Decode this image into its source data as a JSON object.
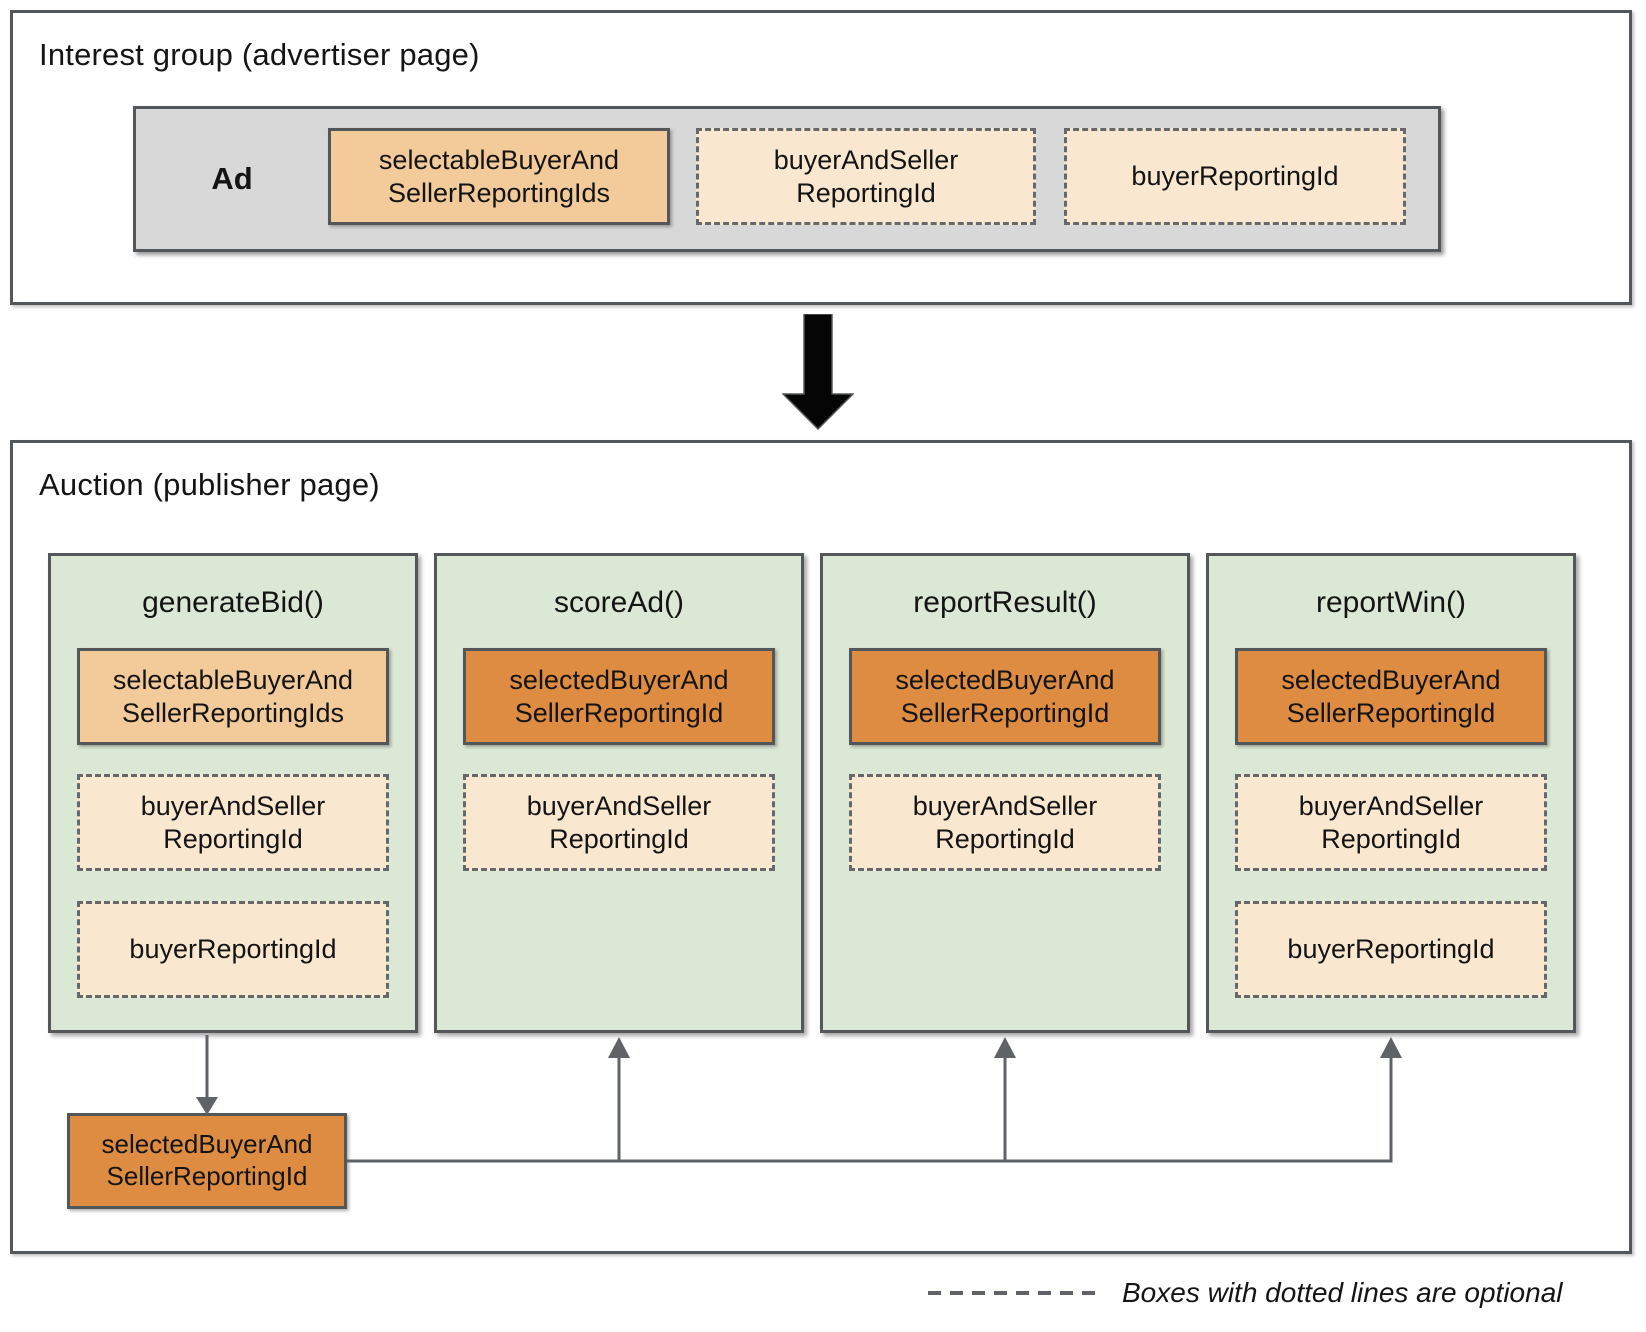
{
  "interest_group": {
    "title": "Interest group (advertiser page)",
    "ad": {
      "label": "Ad",
      "items": [
        {
          "optional": false,
          "lines": [
            "selectableBuyerAnd",
            "SellerReportingIds"
          ]
        },
        {
          "optional": true,
          "lines": [
            "buyerAndSeller",
            "ReportingId"
          ]
        },
        {
          "optional": true,
          "lines": [
            "buyerReportingId"
          ]
        }
      ]
    }
  },
  "auction": {
    "title": "Auction (publisher page)",
    "columns": [
      {
        "title": "generateBid()",
        "boxes": [
          {
            "optional": false,
            "lines": [
              "selectableBuyerAnd",
              "SellerReportingIds"
            ]
          },
          {
            "optional": true,
            "lines": [
              "buyerAndSeller",
              "ReportingId"
            ]
          },
          {
            "optional": true,
            "lines": [
              "buyerReportingId"
            ]
          }
        ]
      },
      {
        "title": "scoreAd()",
        "boxes": [
          {
            "optional": false,
            "lines": [
              "selectedBuyerAnd",
              "SellerReportingId"
            ]
          },
          {
            "optional": true,
            "lines": [
              "buyerAndSeller",
              "ReportingId"
            ]
          }
        ]
      },
      {
        "title": "reportResult()",
        "boxes": [
          {
            "optional": false,
            "lines": [
              "selectedBuyerAnd",
              "SellerReportingId"
            ]
          },
          {
            "optional": true,
            "lines": [
              "buyerAndSeller",
              "ReportingId"
            ]
          }
        ]
      },
      {
        "title": "reportWin()",
        "boxes": [
          {
            "optional": false,
            "lines": [
              "selectedBuyerAnd",
              "SellerReportingId"
            ]
          },
          {
            "optional": true,
            "lines": [
              "buyerAndSeller",
              "ReportingId"
            ]
          },
          {
            "optional": true,
            "lines": [
              "buyerReportingId"
            ]
          }
        ]
      }
    ],
    "output_box": {
      "lines": [
        "selectedBuyerAnd",
        "SellerReportingId"
      ]
    }
  },
  "legend": {
    "text": "Boxes with dotted lines are optional"
  },
  "colors": {
    "solid_border": "#54575a",
    "dashed_border": "#66696c",
    "ad_fill": "#d8d8d8",
    "column_fill": "#dce8d6",
    "selectable_fill": "#f3ca9a",
    "selected_fill": "#dd8c42",
    "optional_fill": "#f9e8cf",
    "connector": "#5f6368",
    "flow_arrow": "#050505"
  }
}
